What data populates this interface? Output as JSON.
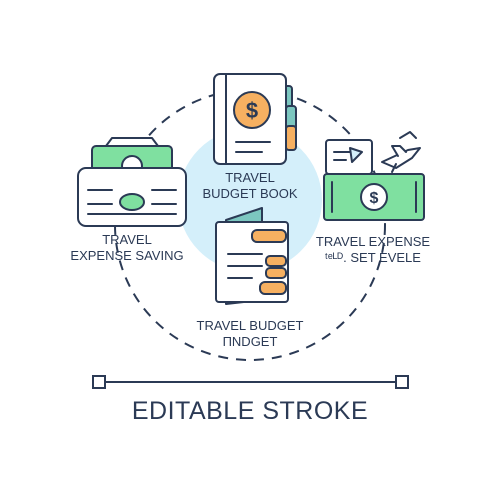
{
  "colors": {
    "outline": "#2b3a55",
    "accent_blue": "#d4effa",
    "money_green": "#7fe0a0",
    "coin_orange": "#f6b061",
    "teal": "#7cc7c0"
  },
  "icons": {
    "wallet": "money-wallet-icon",
    "book": "budget-book-icon",
    "note": "folded-note-icon",
    "banknote": "banknote-icon",
    "ticket": "ticket-icon",
    "plane": "plane-icon"
  },
  "labels": {
    "saving_line1": "TRAVEL",
    "saving_line2": "EXPENSE SAVING",
    "book_line1": "TRAVEL",
    "book_line2": "BUDGET BOOK",
    "expense_line1": "TRAVEL EXPENSE",
    "expense_line2": "ᵗᵉᴸᴰ. SET EVELE",
    "budget_line1": "TRAVEL BUDGET",
    "budget_line2": "ПNDGET"
  },
  "footer": {
    "caption": "EDITABLE STROKE"
  }
}
